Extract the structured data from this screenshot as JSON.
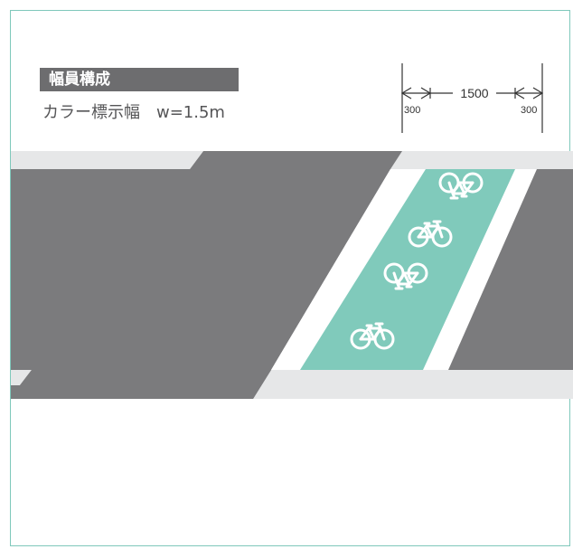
{
  "header": {
    "section_title": "幅員構成",
    "description": "カラー標示幅　w=1.5m"
  },
  "dimensions": {
    "main_width": "1500",
    "left_margin": "300",
    "right_margin": "300"
  },
  "colors": {
    "road": "#7b7b7d",
    "sidewalk": "#e6e7e8",
    "bike_lane": "#80cabb",
    "frame": "#7fc8bb",
    "title_bg": "#6d6d6f"
  },
  "icons": [
    "bicycle-icon",
    "bicycle-icon",
    "bicycle-icon",
    "bicycle-icon"
  ]
}
